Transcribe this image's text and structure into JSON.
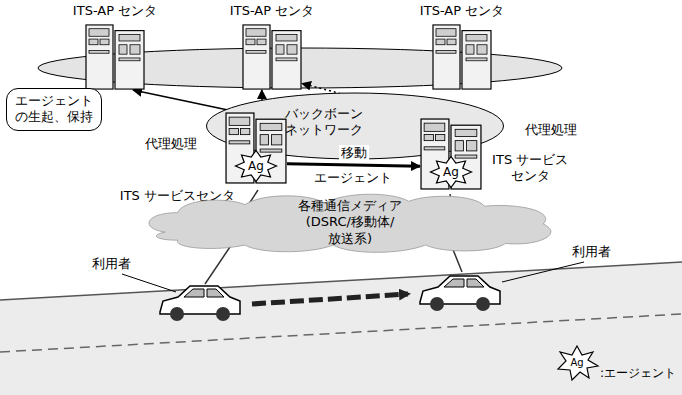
{
  "diagram": {
    "nodes": [
      {
        "text": [
          "ITS-AP センタ"
        ]
      },
      {
        "text": [
          "ITS-AP センタ"
        ]
      },
      {
        "text": [
          "ITS-AP センタ"
        ]
      },
      {
        "text": [
          "バックボーン ネットワーク"
        ]
      },
      {
        "text": [
          "ITS サービスセンタ"
        ]
      },
      {
        "text": [
          "Ag"
        ],
        "in": 4
      },
      {
        "text": [
          "ITS サービス センタ"
        ]
      },
      {
        "text": [
          "Ag"
        ],
        "in": 6
      },
      {
        "text": [
          "エージェント の生起、保持"
        ]
      },
      {
        "text": [
          "各種通信メディア (DSRC/移動体/放送系)"
        ]
      }
    ],
    "edges": [
      {
        "from": 4,
        "to": 0,
        "arrow": "to"
      },
      {
        "from": 4,
        "to": 1,
        "arrow": "to"
      },
      {
        "from": 6,
        "to": 1,
        "arrow": "to"
      },
      {
        "from": 4,
        "to": 6,
        "label": "移動",
        "arrow": "to"
      }
    ],
    "labels": [
      "代理処理",
      "代理処理",
      "エージェント",
      "利用者",
      "利用者",
      "Ag"
    ],
    "legend": [
      {
        "text": ":エージェント"
      }
    ]
  }
}
